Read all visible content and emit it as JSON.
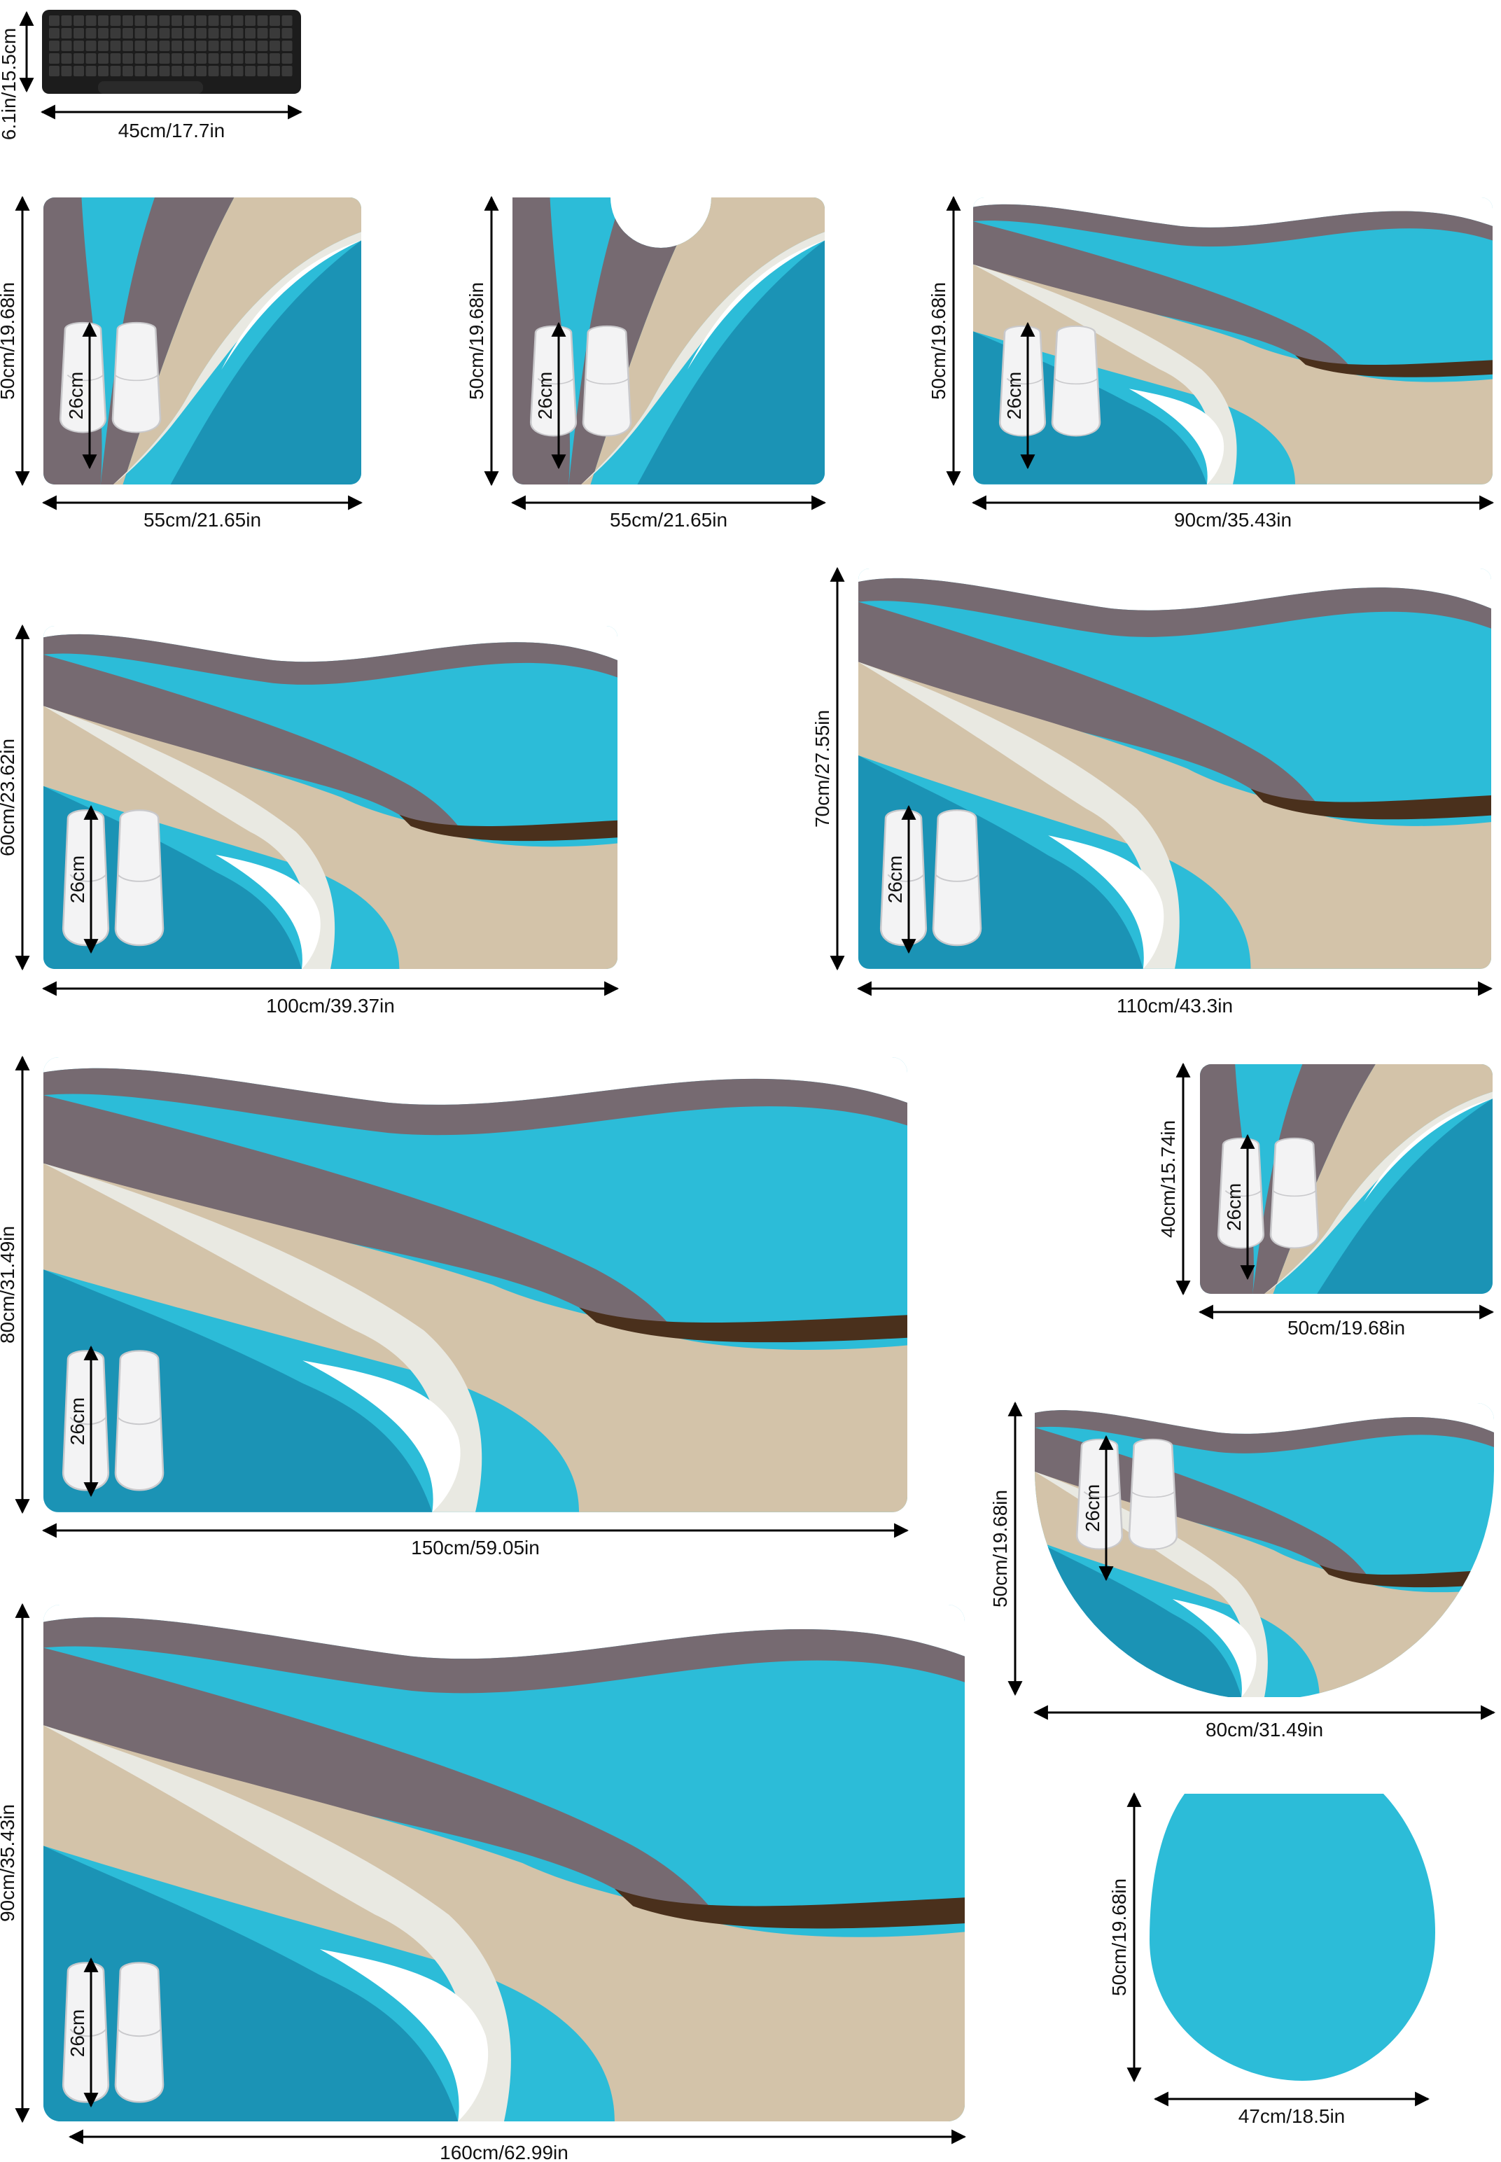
{
  "colors": {
    "turquoise": "#2cbcd8",
    "teal": "#1b93b5",
    "taupe": "#766a71",
    "sand": "#d3c3a9",
    "cream": "#e9e9e2",
    "brown": "#4a301c",
    "white": "#ffffff",
    "arrow": "#000000"
  },
  "reference": {
    "name": "keyboard",
    "width_label": "45cm/17.7in",
    "height_label": "6.1in/15.5cm"
  },
  "slipper_label": "26cm",
  "mats": [
    {
      "id": "mat-55x50",
      "shape": "rect",
      "width_label": "55cm/21.65in",
      "height_label": "50cm/19.68in"
    },
    {
      "id": "mat-55x50-cutout",
      "shape": "u-cutout",
      "width_label": "55cm/21.65in",
      "height_label": "50cm/19.68in"
    },
    {
      "id": "mat-90x50",
      "shape": "rect",
      "width_label": "90cm/35.43in",
      "height_label": "50cm/19.68in"
    },
    {
      "id": "mat-100x60",
      "shape": "rect",
      "width_label": "100cm/39.37in",
      "height_label": "60cm/23.62in"
    },
    {
      "id": "mat-110x70",
      "shape": "rect",
      "width_label": "110cm/43.3in",
      "height_label": "70cm/27.55in"
    },
    {
      "id": "mat-150x80",
      "shape": "rect",
      "width_label": "150cm/59.05in",
      "height_label": "80cm/31.49in"
    },
    {
      "id": "mat-50x40",
      "shape": "rect",
      "width_label": "50cm/19.68in",
      "height_label": "40cm/15.74in"
    },
    {
      "id": "mat-80x50-half-round",
      "shape": "half-round",
      "width_label": "80cm/31.49in",
      "height_label": "50cm/19.68in"
    },
    {
      "id": "mat-160x90",
      "shape": "rect",
      "width_label": "160cm/62.99in",
      "height_label": "90cm/35.43in"
    },
    {
      "id": "mat-47x50-lid",
      "shape": "lid",
      "width_label": "47cm/18.5in",
      "height_label": "50cm/19.68in"
    }
  ]
}
